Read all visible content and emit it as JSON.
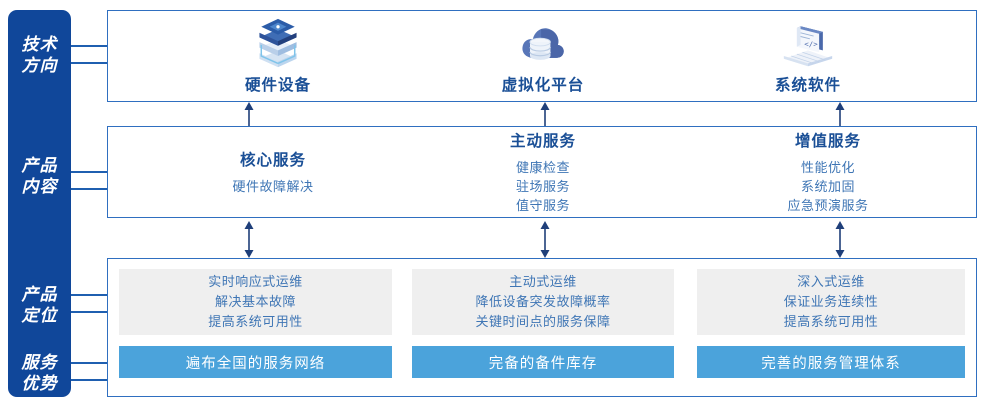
{
  "rail": {
    "labels": [
      {
        "name": "tech-direction",
        "line1": "技术",
        "line2": "方向"
      },
      {
        "name": "product-content",
        "line1": "产品",
        "line2": "内容"
      },
      {
        "name": "product-positioning",
        "line1": "产品",
        "line2": "定位"
      },
      {
        "name": "service-advantage",
        "line1": "服务",
        "line2": "优势"
      }
    ]
  },
  "tech_directions": [
    {
      "icon": "server-stack-icon",
      "title": "硬件设备"
    },
    {
      "icon": "cloud-database-icon",
      "title": "虚拟化平台"
    },
    {
      "icon": "laptop-code-icon",
      "title": "系统软件"
    }
  ],
  "product_content": [
    {
      "title": "核心服务",
      "items": [
        "硬件故障解决"
      ]
    },
    {
      "title": "主动服务",
      "items": [
        "健康检查",
        "驻场服务",
        "值守服务"
      ]
    },
    {
      "title": "增值服务",
      "items": [
        "性能优化",
        "系统加固",
        "应急预演服务"
      ]
    }
  ],
  "product_positioning": [
    {
      "lines": [
        "实时响应式运维",
        "解决基本故障",
        "提高系统可用性"
      ]
    },
    {
      "lines": [
        "主动式运维",
        "降低设备突发故障概率",
        "关键时间点的服务保障"
      ]
    },
    {
      "lines": [
        "深入式运维",
        "保证业务连续性",
        "提高系统可用性"
      ]
    }
  ],
  "service_advantages": [
    {
      "label": "遍布全国的服务网络"
    },
    {
      "label": "完备的备件库存"
    },
    {
      "label": "完善的服务管理体系"
    }
  ],
  "colors": {
    "rail_blue": "#10479a",
    "panel_border": "#2f6fc0",
    "title_blue": "#1a4f96",
    "text_blue": "#3f76b5",
    "bar_blue": "#4ba3db",
    "card_gray": "#efefef",
    "arrow_navy": "#1f3f7a"
  }
}
